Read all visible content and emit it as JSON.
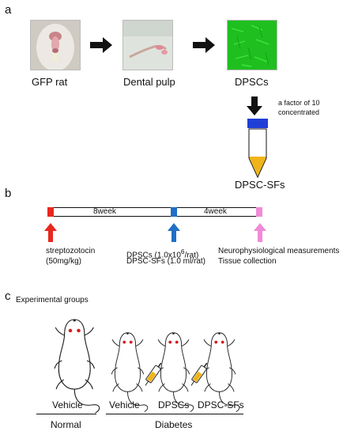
{
  "panel_a": {
    "letter": "a",
    "photos": [
      {
        "label": "GFP rat"
      },
      {
        "label": "Dental pulp"
      },
      {
        "label": "DPSCs",
        "color": "#22c422"
      }
    ],
    "concentration_note": [
      "a factor of 10",
      "concentrated"
    ],
    "tube": {
      "cap_color": "#1f3fd6",
      "liquid_color": "#f0b41a"
    },
    "product_label": "DPSC-SFs"
  },
  "panel_b": {
    "letter": "b",
    "segments": [
      {
        "label": "8week"
      },
      {
        "label": "4week"
      }
    ],
    "markers": [
      {
        "color": "#e8281e",
        "lines": [
          "streptozotocin",
          "(50mg/kg)"
        ]
      },
      {
        "color": "#1f6fc6",
        "lines_html": [
          "DPSCs (1.0x10<sup>6</sup>/rat)",
          "DPSC-SFs (1.0 ml/rat)"
        ]
      },
      {
        "color": "#f08ad8",
        "lines": [
          "Neurophysiological measurements",
          "Tissue collection"
        ]
      }
    ]
  },
  "panel_c": {
    "letter": "c",
    "title": "Experimental groups",
    "groups": [
      {
        "label": "Vehicle"
      },
      {
        "label": "Vehicle"
      },
      {
        "label": "DPSCs"
      },
      {
        "label": "DPSC-SFs"
      }
    ],
    "categories": [
      "Normal",
      "Diabetes"
    ]
  }
}
